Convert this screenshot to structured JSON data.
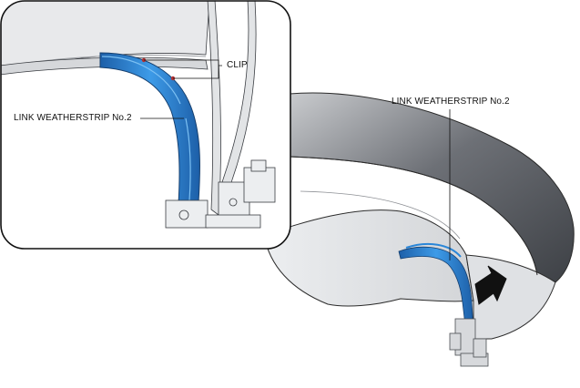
{
  "labels": {
    "clip": "CLIP",
    "detail_part": "LINK WEATHERSTRIP No.2",
    "main_part": "LINK WEATHERSTRIP No.2"
  },
  "colors": {
    "weatherstrip": "#2a86d8",
    "weatherstrip_dark": "#1d5fa8",
    "panel_light": "#e9eaec",
    "panel_dark": "#5d6066",
    "outline": "#2b2b2b",
    "arrow": "#111111"
  },
  "icons": {
    "direction_arrow": "arrow-icon"
  }
}
